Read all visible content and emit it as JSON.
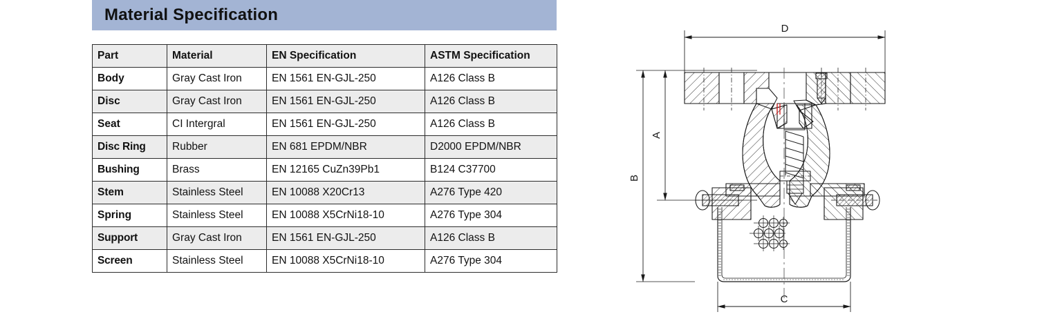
{
  "panel": {
    "title": "Material Specification",
    "banner_color": "#a3b4d4"
  },
  "table": {
    "headers": [
      "Part",
      "Material",
      "EN Specification",
      "ASTM Specification"
    ],
    "rows": [
      {
        "part": "Body",
        "material": "Gray Cast Iron",
        "en": "EN 1561 EN-GJL-250",
        "astm": "A126 Class B"
      },
      {
        "part": "Disc",
        "material": "Gray Cast Iron",
        "en": "EN 1561 EN-GJL-250",
        "astm": "A126 Class B"
      },
      {
        "part": "Seat",
        "material": "CI Intergral",
        "en": "EN 1561 EN-GJL-250",
        "astm": "A126 Class B"
      },
      {
        "part": "Disc Ring",
        "material": "Rubber",
        "en": "EN  681 EPDM/NBR",
        "astm": "D2000  EPDM/NBR"
      },
      {
        "part": "Bushing",
        "material": "Brass",
        "en": "EN 12165 CuZn39Pb1",
        "astm": "B124 C37700"
      },
      {
        "part": "Stem",
        "material": "Stainless Steel",
        "en": "EN 10088 X20Cr13",
        "astm": "A276 Type 420"
      },
      {
        "part": "Spring",
        "material": "Stainless Steel",
        "en": "EN 10088 X5CrNi18-10",
        "astm": "A276 Type 304"
      },
      {
        "part": "Support",
        "material": "Gray Cast Iron",
        "en": "EN 1561 EN-GJL-250",
        "astm": "A126 Class B"
      },
      {
        "part": "Screen",
        "material": "Stainless Steel",
        "en": "EN 10088 X5CrNi18-10",
        "astm": "A276 Type 304"
      }
    ]
  },
  "drawing": {
    "caption": "foot valve cross-section",
    "dimensions": {
      "D": "D",
      "A": "A",
      "B": "B",
      "C": "C"
    },
    "line_color": "#1a1a1a",
    "accent_color": "#d11a1a"
  }
}
